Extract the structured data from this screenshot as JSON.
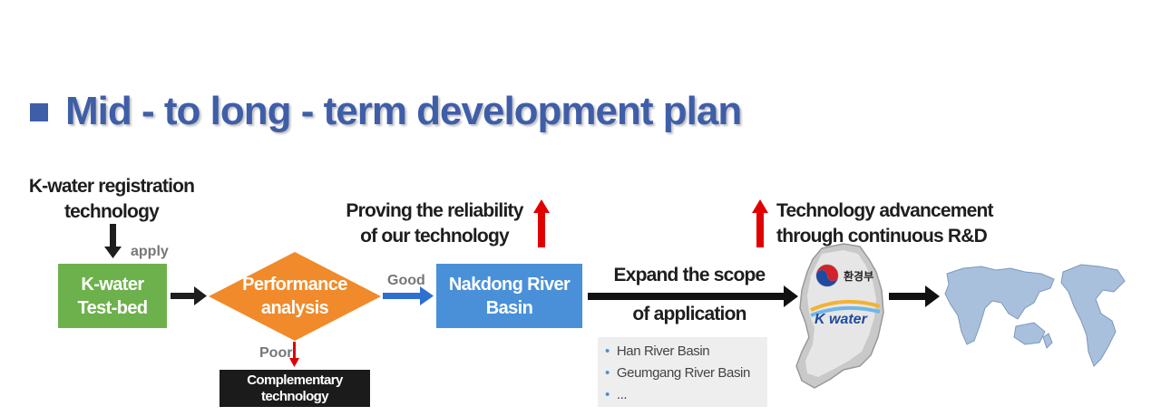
{
  "title": "Mid - to long - term development plan",
  "source": {
    "line1": "K-water registration",
    "line2": "technology"
  },
  "apply_label": "apply",
  "testbed": {
    "line1": "K-water",
    "line2": "Test-bed"
  },
  "performance": {
    "line1": "Performance",
    "line2": "analysis"
  },
  "good_label": "Good",
  "poor_label": "Poor",
  "complementary": {
    "line1": "Complementary",
    "line2": "technology"
  },
  "reliability": {
    "line1": "Proving the reliability",
    "line2": "of our technology"
  },
  "nakdong": {
    "line1": "Nakdong River",
    "line2": "Basin"
  },
  "expand": {
    "line1": "Expand the scope",
    "line2": "of application"
  },
  "basins": [
    "Han River Basin",
    "Geumgang River Basin",
    "..."
  ],
  "advancement": {
    "line1": "Technology advancement",
    "line2": "through continuous R&D"
  },
  "korea_map": {
    "ministry": "환경부",
    "brand": "K water"
  },
  "colors": {
    "title": "#3f5ea8",
    "testbed": "#6db14c",
    "performance": "#f08a2a",
    "nakdong": "#4a90d9",
    "up_arrow": "#e00000",
    "poor_arrow": "#e00000",
    "good_arrow": "#2f6fd1"
  },
  "icons": [
    "world-map-icon",
    "korea-map-icon",
    "up-arrow-icon"
  ]
}
